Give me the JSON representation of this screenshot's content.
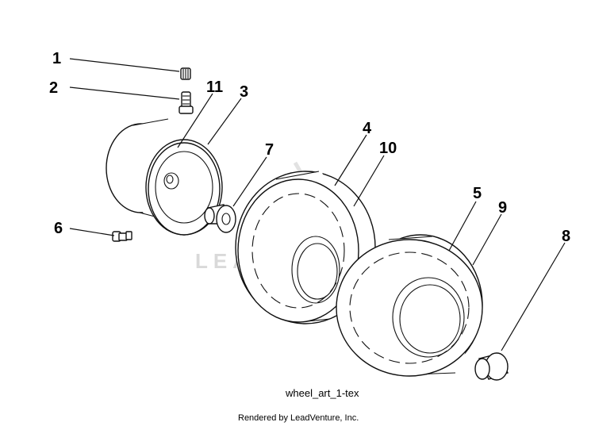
{
  "diagram": {
    "callouts": [
      "1",
      "2",
      "3",
      "4",
      "5",
      "6",
      "7",
      "8",
      "9",
      "10",
      "11"
    ],
    "caption": "wheel_art_1-tex",
    "credit": "Rendered by LeadVenture, Inc.",
    "watermark": "LEADVENTURE"
  },
  "parts": [
    {
      "callout": "1",
      "icon": "cap-icon"
    },
    {
      "callout": "2",
      "icon": "valve-stem-icon"
    },
    {
      "callout": "3",
      "icon": "rim-half-icon"
    },
    {
      "callout": "4",
      "icon": "tire-icon"
    },
    {
      "callout": "5",
      "icon": "tire-icon"
    },
    {
      "callout": "6",
      "icon": "grease-fitting-icon"
    },
    {
      "callout": "7",
      "icon": "bushing-icon"
    },
    {
      "callout": "8",
      "icon": "hub-cap-icon"
    },
    {
      "callout": "9",
      "icon": "tire-icon"
    },
    {
      "callout": "10",
      "icon": "tire-icon"
    },
    {
      "callout": "11",
      "icon": "rim-icon"
    }
  ]
}
